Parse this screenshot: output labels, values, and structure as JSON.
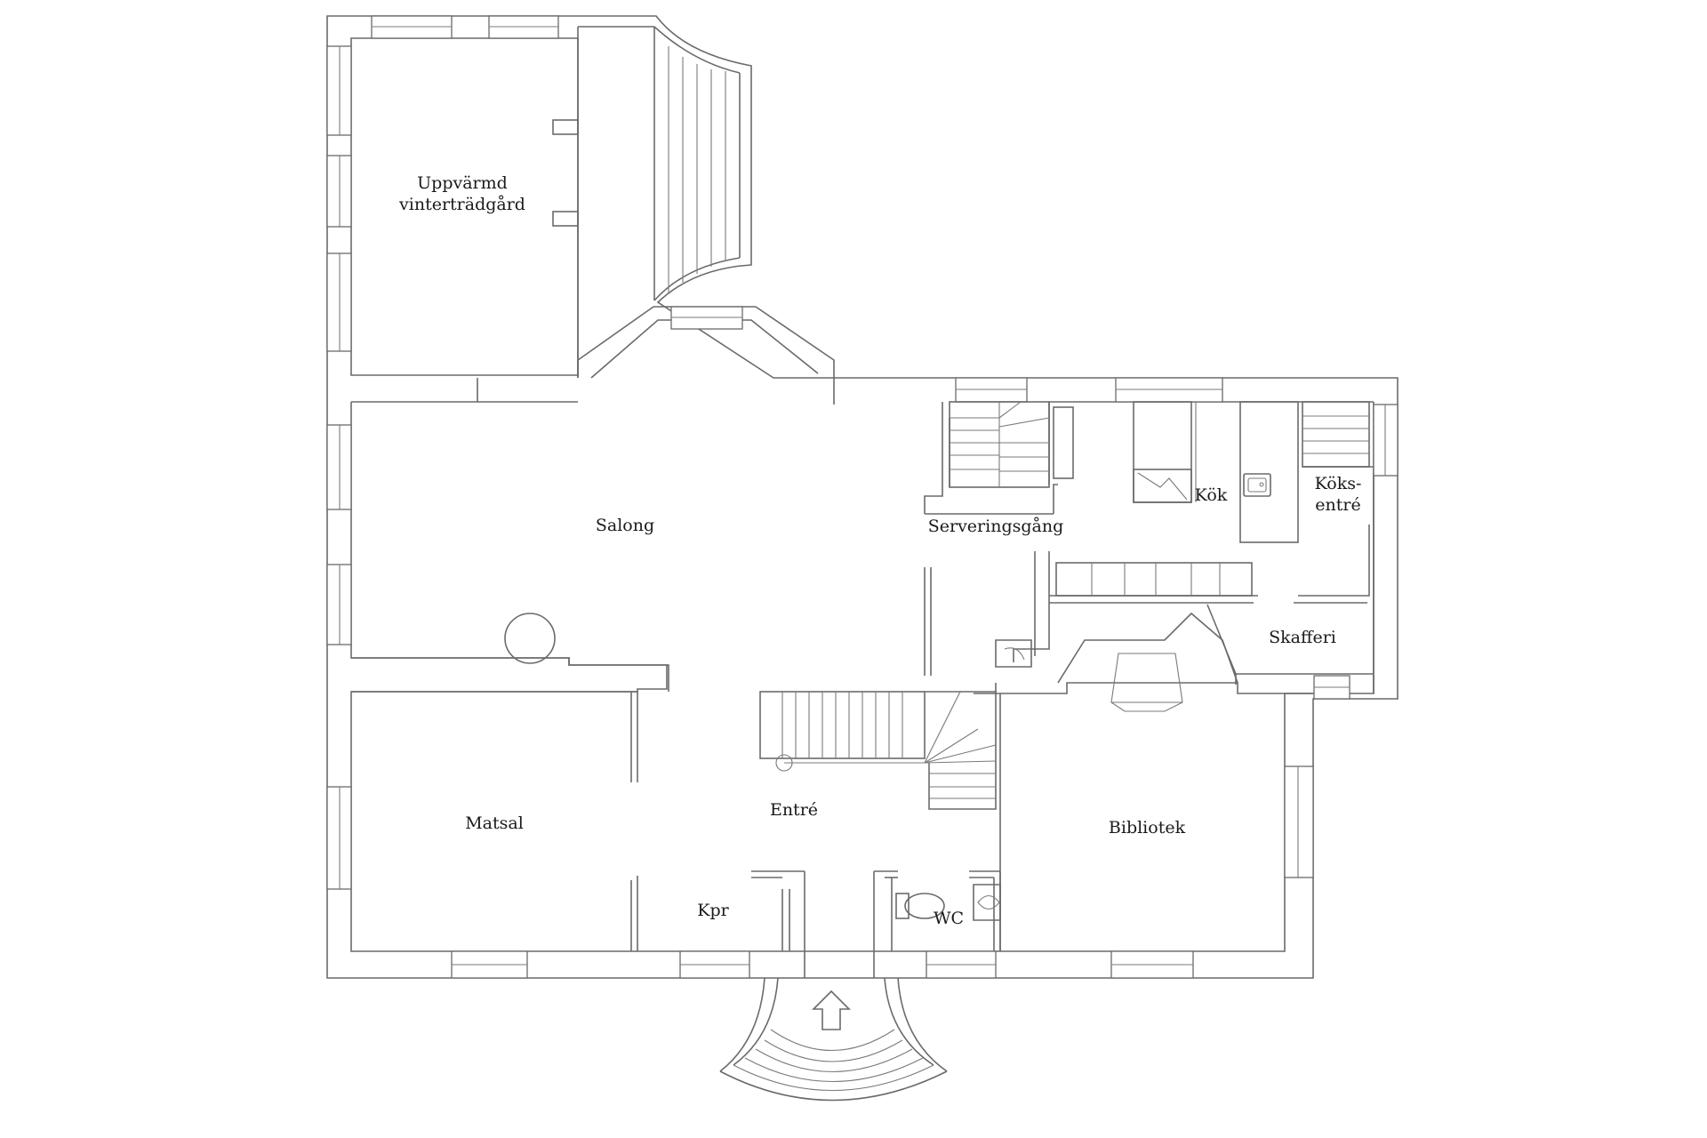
{
  "rooms": {
    "vinter_line1": "Uppvärmd",
    "vinter_line2": "vinterträdgård",
    "salong": "Salong",
    "serveringsgang": "Serveringsgång",
    "kok": "Kök",
    "koksentre_line1": "Köks-",
    "koksentre_line2": "entré",
    "skafferi": "Skafferi",
    "matsal": "Matsal",
    "entre": "Entré",
    "bibliotek": "Bibliotek",
    "kpr": "Kpr",
    "wc": "WC"
  },
  "icons": {
    "entrance_arrow": "arrow-up-icon",
    "toilet": "toilet-icon",
    "sink": "sink-icon",
    "stove": "stove-icon",
    "fireplace": "fireplace-icon",
    "stove_round": "round-stove-icon"
  },
  "colors": {
    "line": "#6a6a6a",
    "text": "#1a1a1a",
    "background": "#ffffff"
  }
}
